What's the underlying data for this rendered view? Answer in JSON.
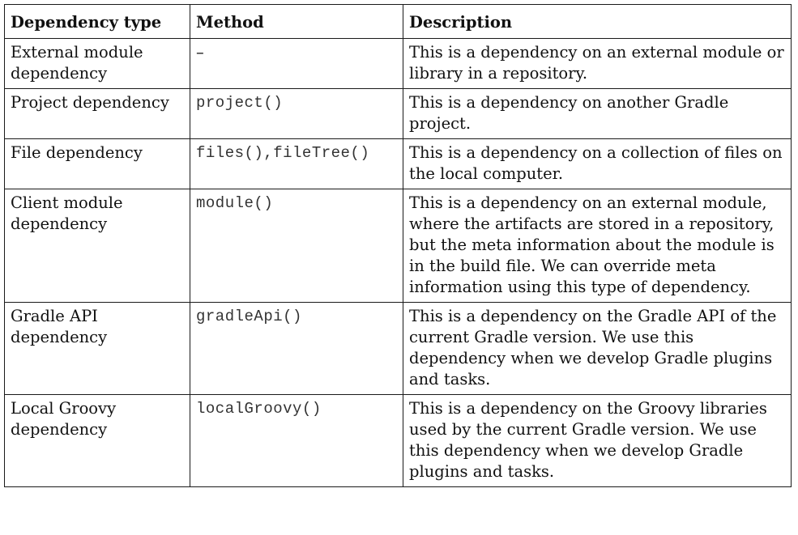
{
  "table": {
    "headers": {
      "type": "Dependency type",
      "method": "Method",
      "description": "Description"
    },
    "rows": [
      {
        "type": "External module dependency",
        "method": "–",
        "description": "This is a dependency on an external module or library in a repository."
      },
      {
        "type": "Project dependency",
        "method": "project()",
        "description": "This is a dependency on another Gradle project."
      },
      {
        "type": "File dependency",
        "method": "files(),fileTree()",
        "description": "This is a dependency on a collection of files on the local computer."
      },
      {
        "type": "Client module dependency",
        "method": "module()",
        "description": "This is a dependency on an external module, where the artifacts are stored in a repository, but the meta information about the module is in the build file. We can override meta information using this type of dependency."
      },
      {
        "type": "Gradle API dependency",
        "method": "gradleApi()",
        "description": "This is a dependency on the Gradle API of the current Gradle version. We use this dependency when we develop Gradle plugins and tasks."
      },
      {
        "type": "Local Groovy dependency",
        "method": "localGroovy()",
        "description": "This is a dependency on the Groovy libraries used by the current Gradle version. We use this dependency when we develop Gradle plugins and tasks."
      }
    ]
  }
}
